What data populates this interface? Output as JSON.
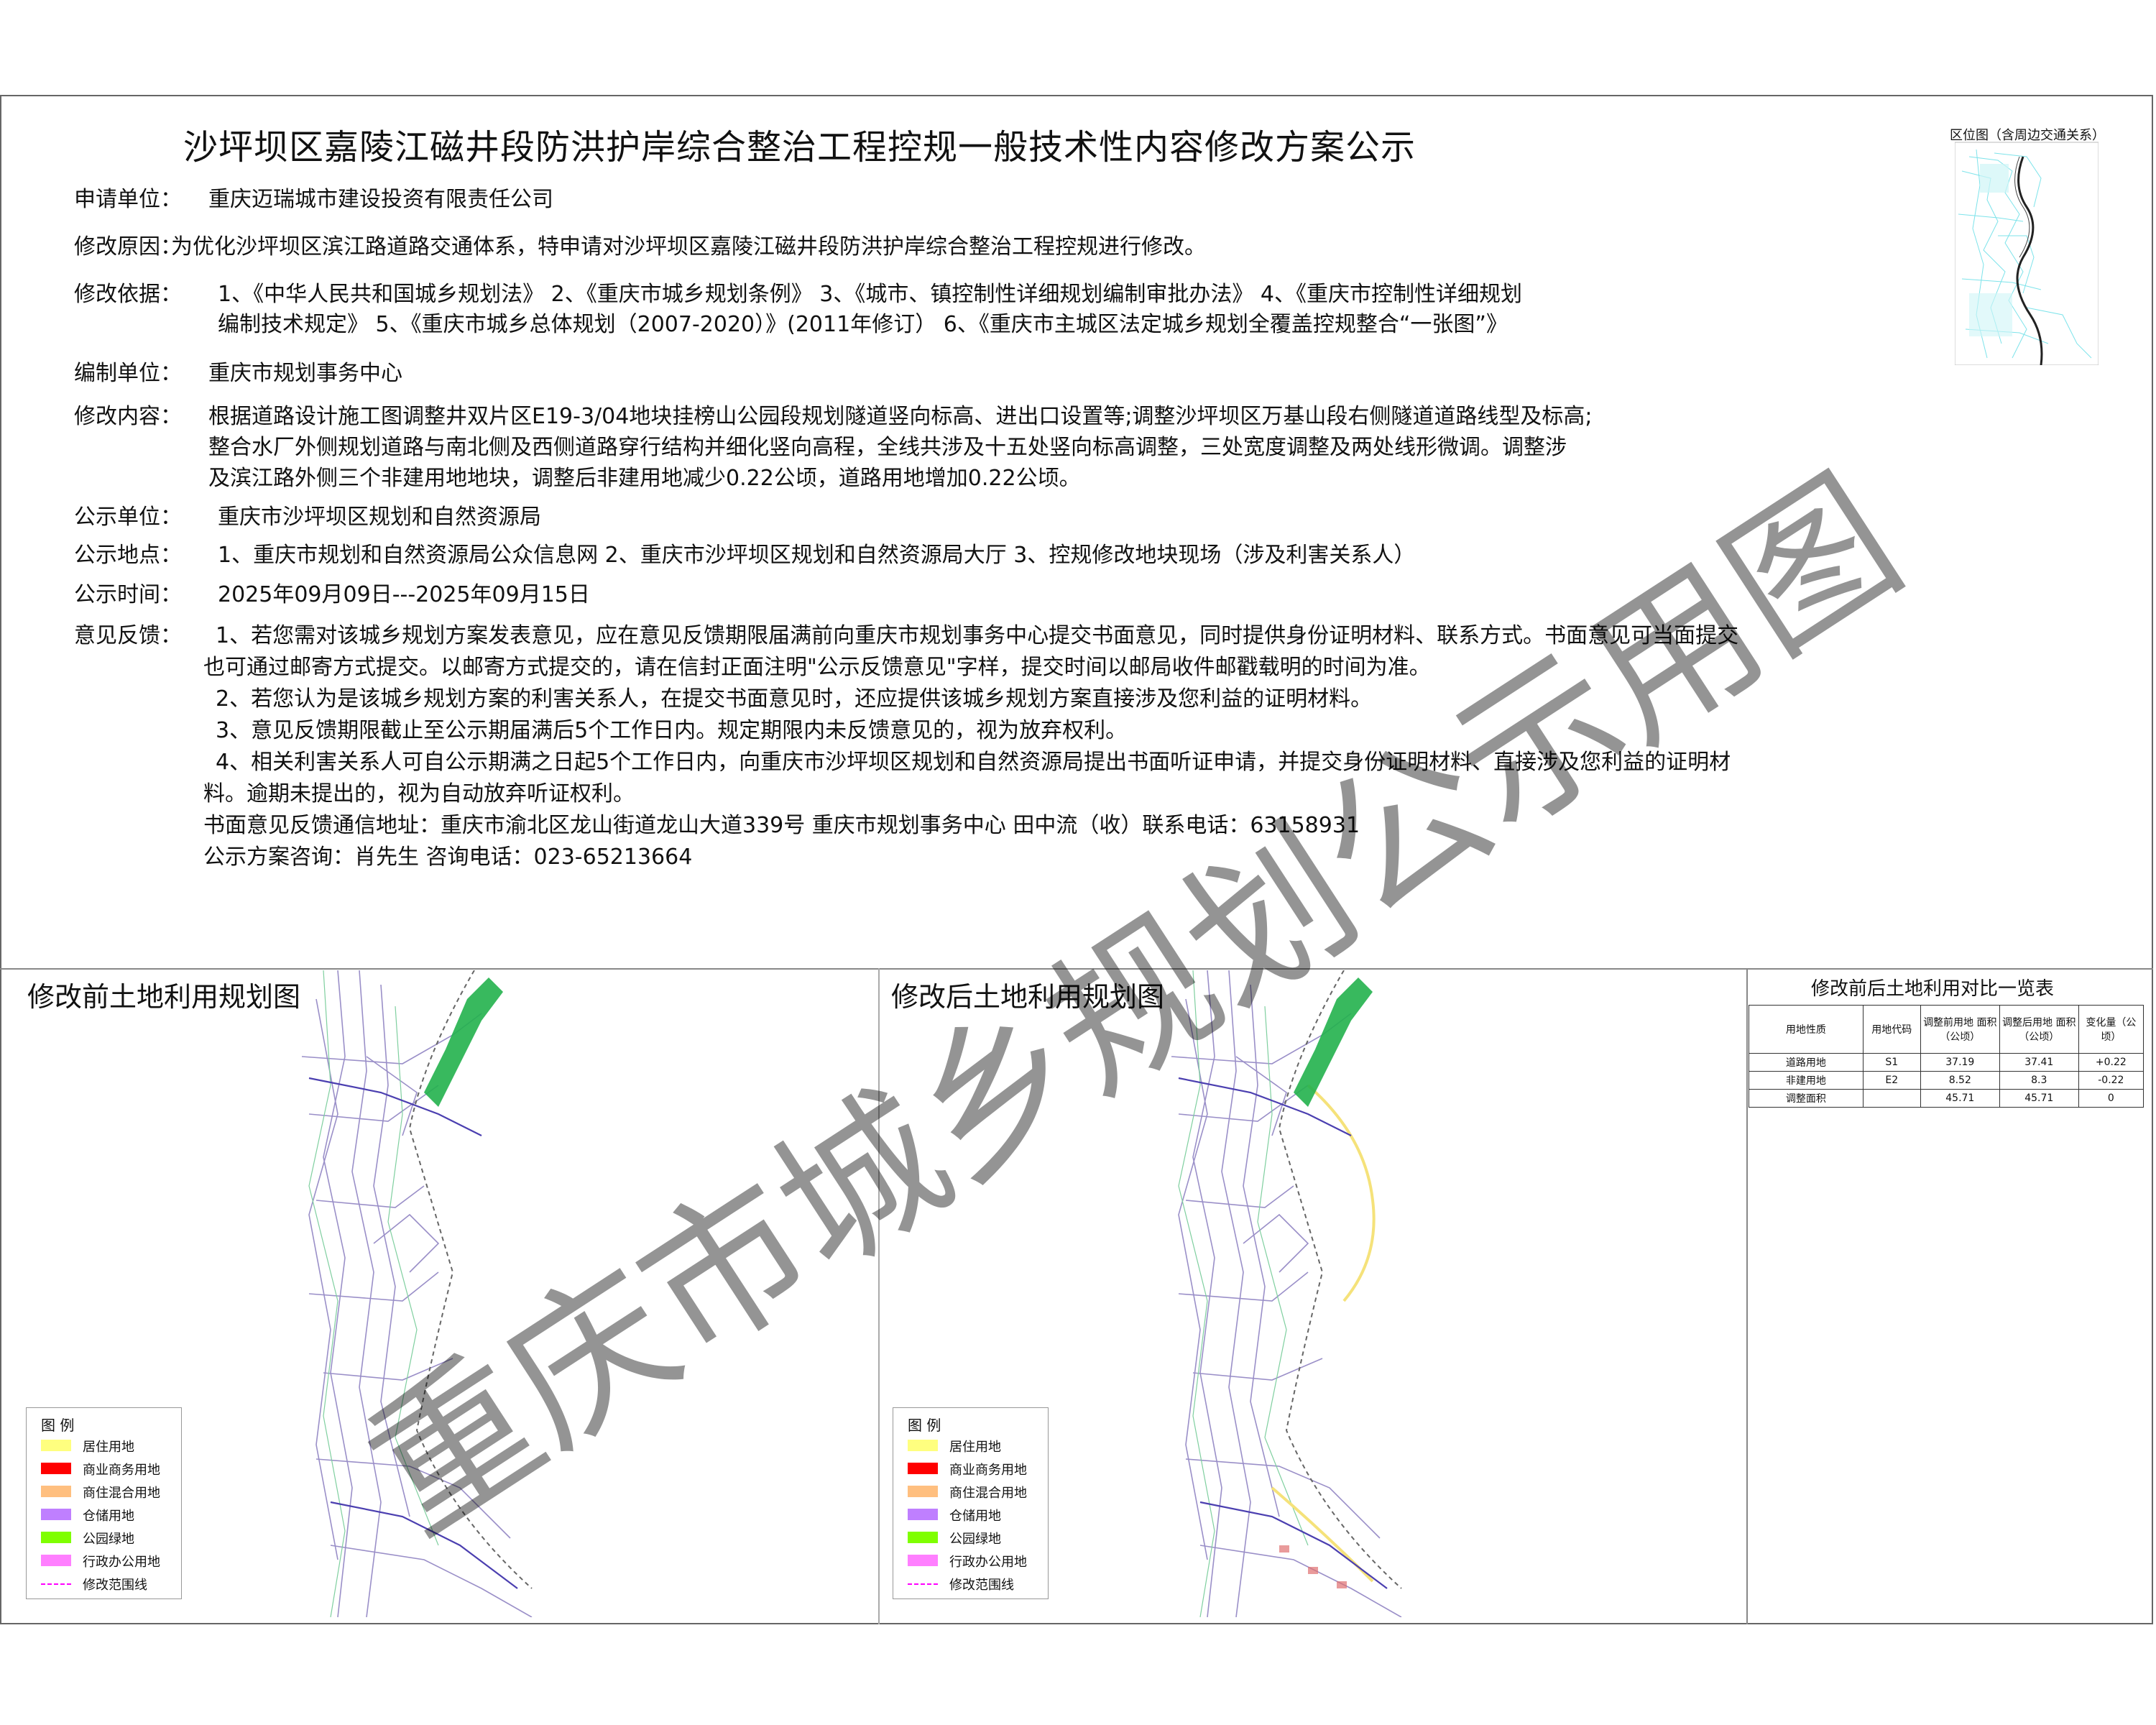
{
  "title": "沙坪坝区嘉陵江磁井段防洪护岸综合整治工程控规一般技术性内容修改方案公示",
  "location_map_title": "区位图（含周边交通关系）",
  "info": {
    "applicant": {
      "label": "申请单位：",
      "text": "重庆迈瑞城市建设投资有限责任公司"
    },
    "reason": {
      "label": "修改原因：",
      "text": "为优化沙坪坝区滨江路道路交通体系，特申请对沙坪坝区嘉陵江磁井段防洪护岸综合整治工程控规进行修改。"
    },
    "basis": {
      "label": "修改依据：",
      "line1": "1、《中华人民共和国城乡规划法》  2、《重庆市城乡规划条例》  3、《城市、镇控制性详细规划编制审批办法》  4、《重庆市控制性详细规划",
      "line2": "编制技术规定》  5、《重庆市城乡总体规划（2007-2020）》(2011年修订）  6、《重庆市主城区法定城乡规划全覆盖控规整合“一张图”》"
    },
    "compiler": {
      "label": "编制单位：",
      "text": "重庆市规划事务中心"
    },
    "content": {
      "label": "修改内容：",
      "line1": "根据道路设计施工图调整井双片区E19-3/04地块挂榜山公园段规划隧道竖向标高、进出口设置等;调整沙坪坝区万基山段右侧隧道道路线型及标高;",
      "line2": "整合水厂外侧规划道路与南北侧及西侧道路穿行结构并细化竖向高程，全线共涉及十五处竖向标高调整，三处宽度调整及两处线形微调。调整涉",
      "line3": "及滨江路外侧三个非建用地地块，调整后非建用地减少0.22公顷，道路用地增加0.22公顷。"
    },
    "publisher": {
      "label": "公示单位：",
      "text": "重庆市沙坪坝区规划和自然资源局"
    },
    "place": {
      "label": "公示地点：",
      "text": "1、重庆市规划和自然资源局公众信息网    2、重庆市沙坪坝区规划和自然资源局大厅    3、控规修改地块现场（涉及利害关系人）"
    },
    "time": {
      "label": "公示时间：",
      "text": "2025年09月09日---2025年09月15日"
    },
    "feedback": {
      "label": "意见反馈：",
      "p1a": "1、若您需对该城乡规划方案发表意见，应在意见反馈期限届满前向重庆市规划事务中心提交书面意见，同时提供身份证明材料、联系方式。书面意见可当面提交",
      "p1b": "也可通过邮寄方式提交。以邮寄方式提交的，请在信封正面注明\"公示反馈意见\"字样，提交时间以邮局收件邮戳载明的时间为准。",
      "p2": "2、若您认为是该城乡规划方案的利害关系人，在提交书面意见时，还应提供该城乡规划方案直接涉及您利益的证明材料。",
      "p3": "3、意见反馈期限截止至公示期届满后5个工作日内。规定期限内未反馈意见的，视为放弃权利。",
      "p4a": "4、相关利害关系人可自公示期满之日起5个工作日内，向重庆市沙坪坝区规划和自然资源局提出书面听证申请，并提交身份证明材料、直接涉及您利益的证明材",
      "p4b": "料。逾期未提出的，视为自动放弃听证权利。",
      "address": "书面意见反馈通信地址：重庆市渝北区龙山街道龙山大道339号 重庆市规划事务中心  田中流（收）联系电话：63158931",
      "consult": "公示方案咨询：肖先生    咨询电话：023-65213664"
    }
  },
  "panels": {
    "before_title": "修改前土地利用规划图",
    "after_title": "修改后土地利用规划图"
  },
  "legend": {
    "title": "图 例",
    "items": [
      {
        "label": "居住用地",
        "color": "#ffff7f"
      },
      {
        "label": "商业商务用地",
        "color": "#ff0000"
      },
      {
        "label": "商住混合用地",
        "color": "#ffbf7f"
      },
      {
        "label": "仓储用地",
        "color": "#bf7fff"
      },
      {
        "label": "公园绿地",
        "color": "#7fff00"
      },
      {
        "label": "行政办公用地",
        "color": "#ff7fff"
      },
      {
        "label": "修改范围线",
        "color": "#ff00ff"
      }
    ]
  },
  "comparison_table": {
    "title": "修改前后土地利用对比一览表",
    "headers": [
      "用地性质",
      "用地代码",
      "调整前用地 面积（公顷）",
      "调整后用地 面积（公顷）",
      "变化量（公顷）"
    ],
    "rows": [
      [
        "道路用地",
        "S1",
        "37.19",
        "37.41",
        "+0.22"
      ],
      [
        "非建用地",
        "E2",
        "8.52",
        "8.3",
        "-0.22"
      ],
      [
        "调整面积",
        "",
        "45.71",
        "45.71",
        "0"
      ]
    ]
  },
  "watermark": "重庆市城乡规划公示用图",
  "colors": {
    "road": "#9a8fc8",
    "river_edge": "#7fcf9f",
    "green": "#22b14c",
    "yellow_road": "#f5e27a",
    "watermark": "#000000"
  }
}
